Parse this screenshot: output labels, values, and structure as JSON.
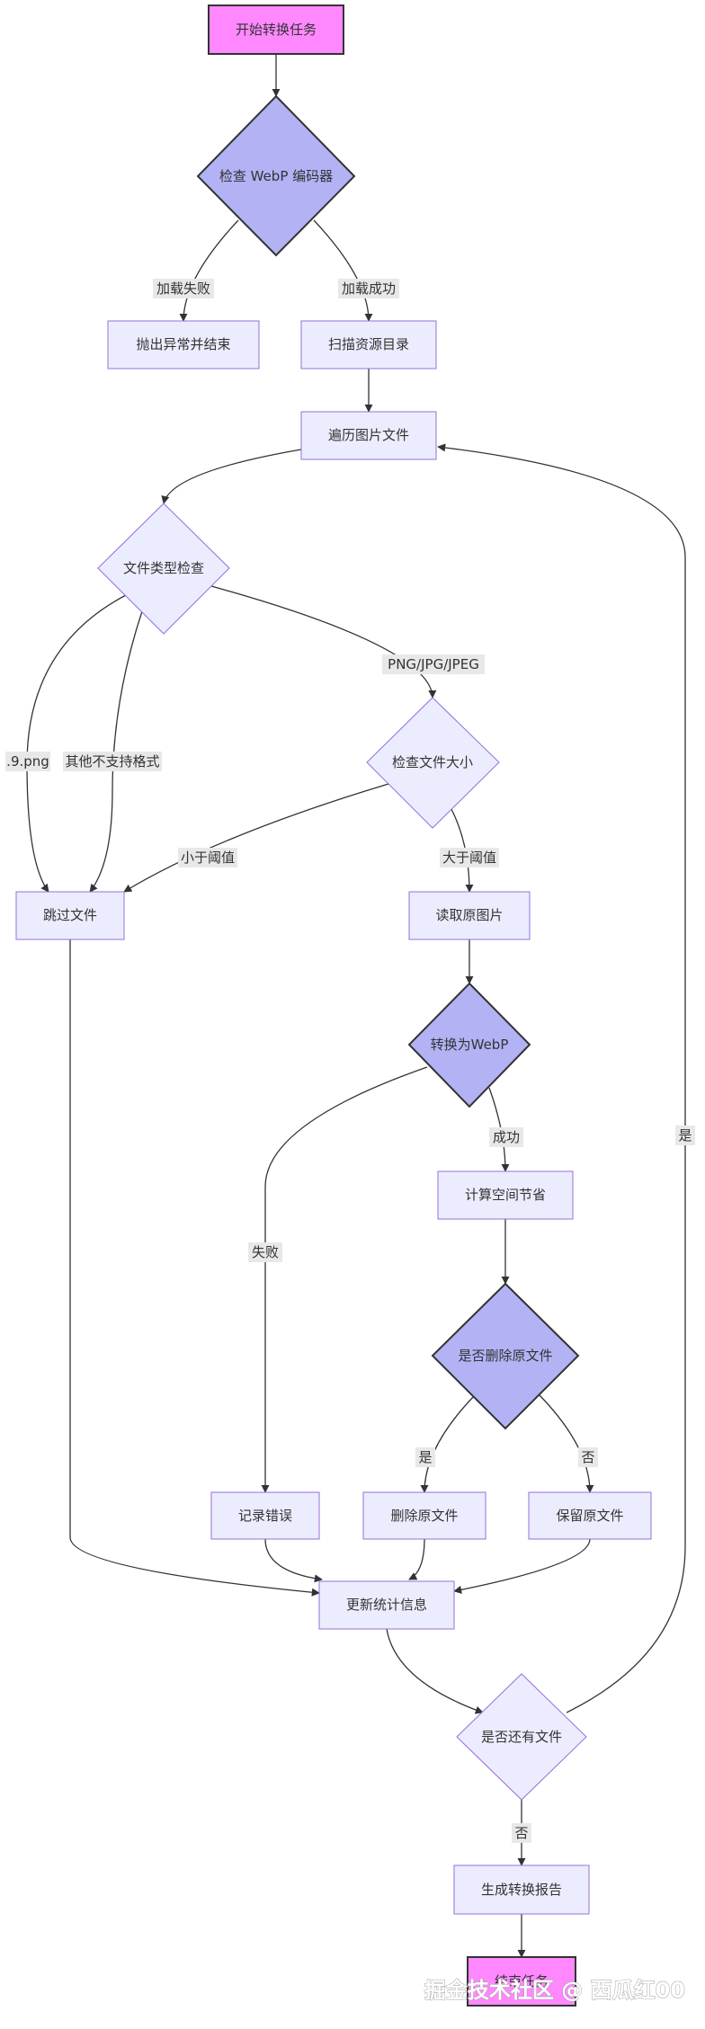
{
  "nodes": {
    "start": "开始转换任务",
    "check_encoder": "检查 WebP 编码器",
    "throw_end": "抛出异常并结束",
    "scan_dir": "扫描资源目录",
    "iterate_images": "遍历图片文件",
    "file_type_check": "文件类型检查",
    "check_size": "检查文件大小",
    "skip_file": "跳过文件",
    "read_image": "读取原图片",
    "convert_webp": "转换为WebP",
    "calc_savings": "计算空间节省",
    "delete_original_q": "是否删除原文件",
    "log_error": "记录错误",
    "delete_original": "删除原文件",
    "keep_original": "保留原文件",
    "update_stats": "更新统计信息",
    "more_files_q": "是否还有文件",
    "gen_report": "生成转换报告",
    "end": "结束任务"
  },
  "edge_labels": {
    "load_fail": "加载失败",
    "load_ok": "加载成功",
    "png_jpg": "PNG/JPG/JPEG",
    "nine_png": ".9.png",
    "unsupported": "其他不支持格式",
    "below_threshold": "小于阈值",
    "above_threshold": "大于阈值",
    "success": "成功",
    "failure": "失败",
    "yes_delete": "是",
    "no_delete": "否",
    "yes_more": "是",
    "no_more": "否"
  },
  "colors": {
    "node_fill": "#ececff",
    "node_stroke": "#9370db",
    "decision_dark_fill": "#b2b2f5",
    "terminal_fill": "#ff88ff",
    "edge": "#333333",
    "label_bg": "#e8e8e8"
  },
  "watermark": "掘金技术社区 @ 西瓜红00"
}
